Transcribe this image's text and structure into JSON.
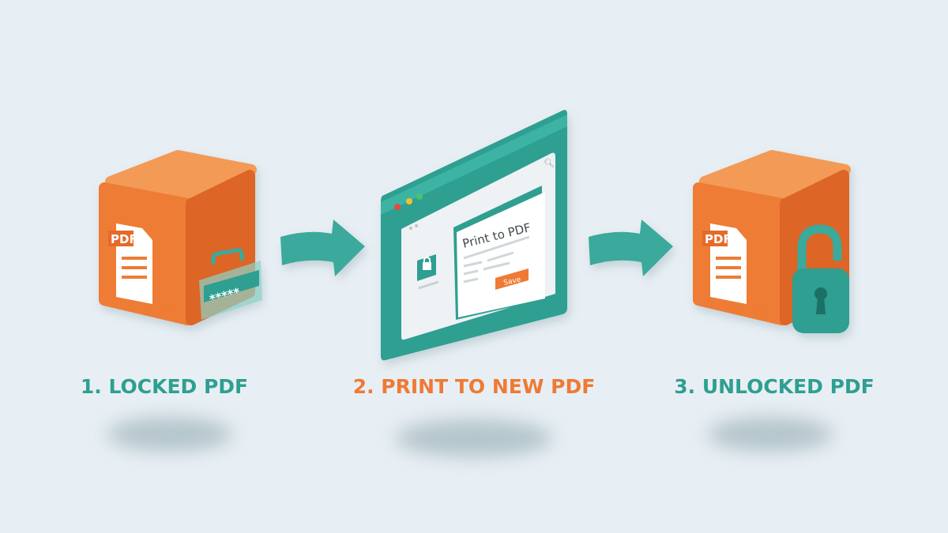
{
  "colors": {
    "background": "#e8eff4",
    "orange": "#ef7a34",
    "teal": "#2e9f91"
  },
  "steps": [
    {
      "label": "1. LOCKED PDF",
      "file_badge": "PDF",
      "password_mask": "*****",
      "icon": "locked-pdf-cube"
    },
    {
      "label": "2. PRINT TO NEW PDF",
      "dialog_title": "Print to PDF",
      "save_label": "Save",
      "icon": "browser-print-window"
    },
    {
      "label": "3. UNLOCKED PDF",
      "file_badge": "PDF",
      "icon": "unlocked-pdf-cube"
    }
  ]
}
